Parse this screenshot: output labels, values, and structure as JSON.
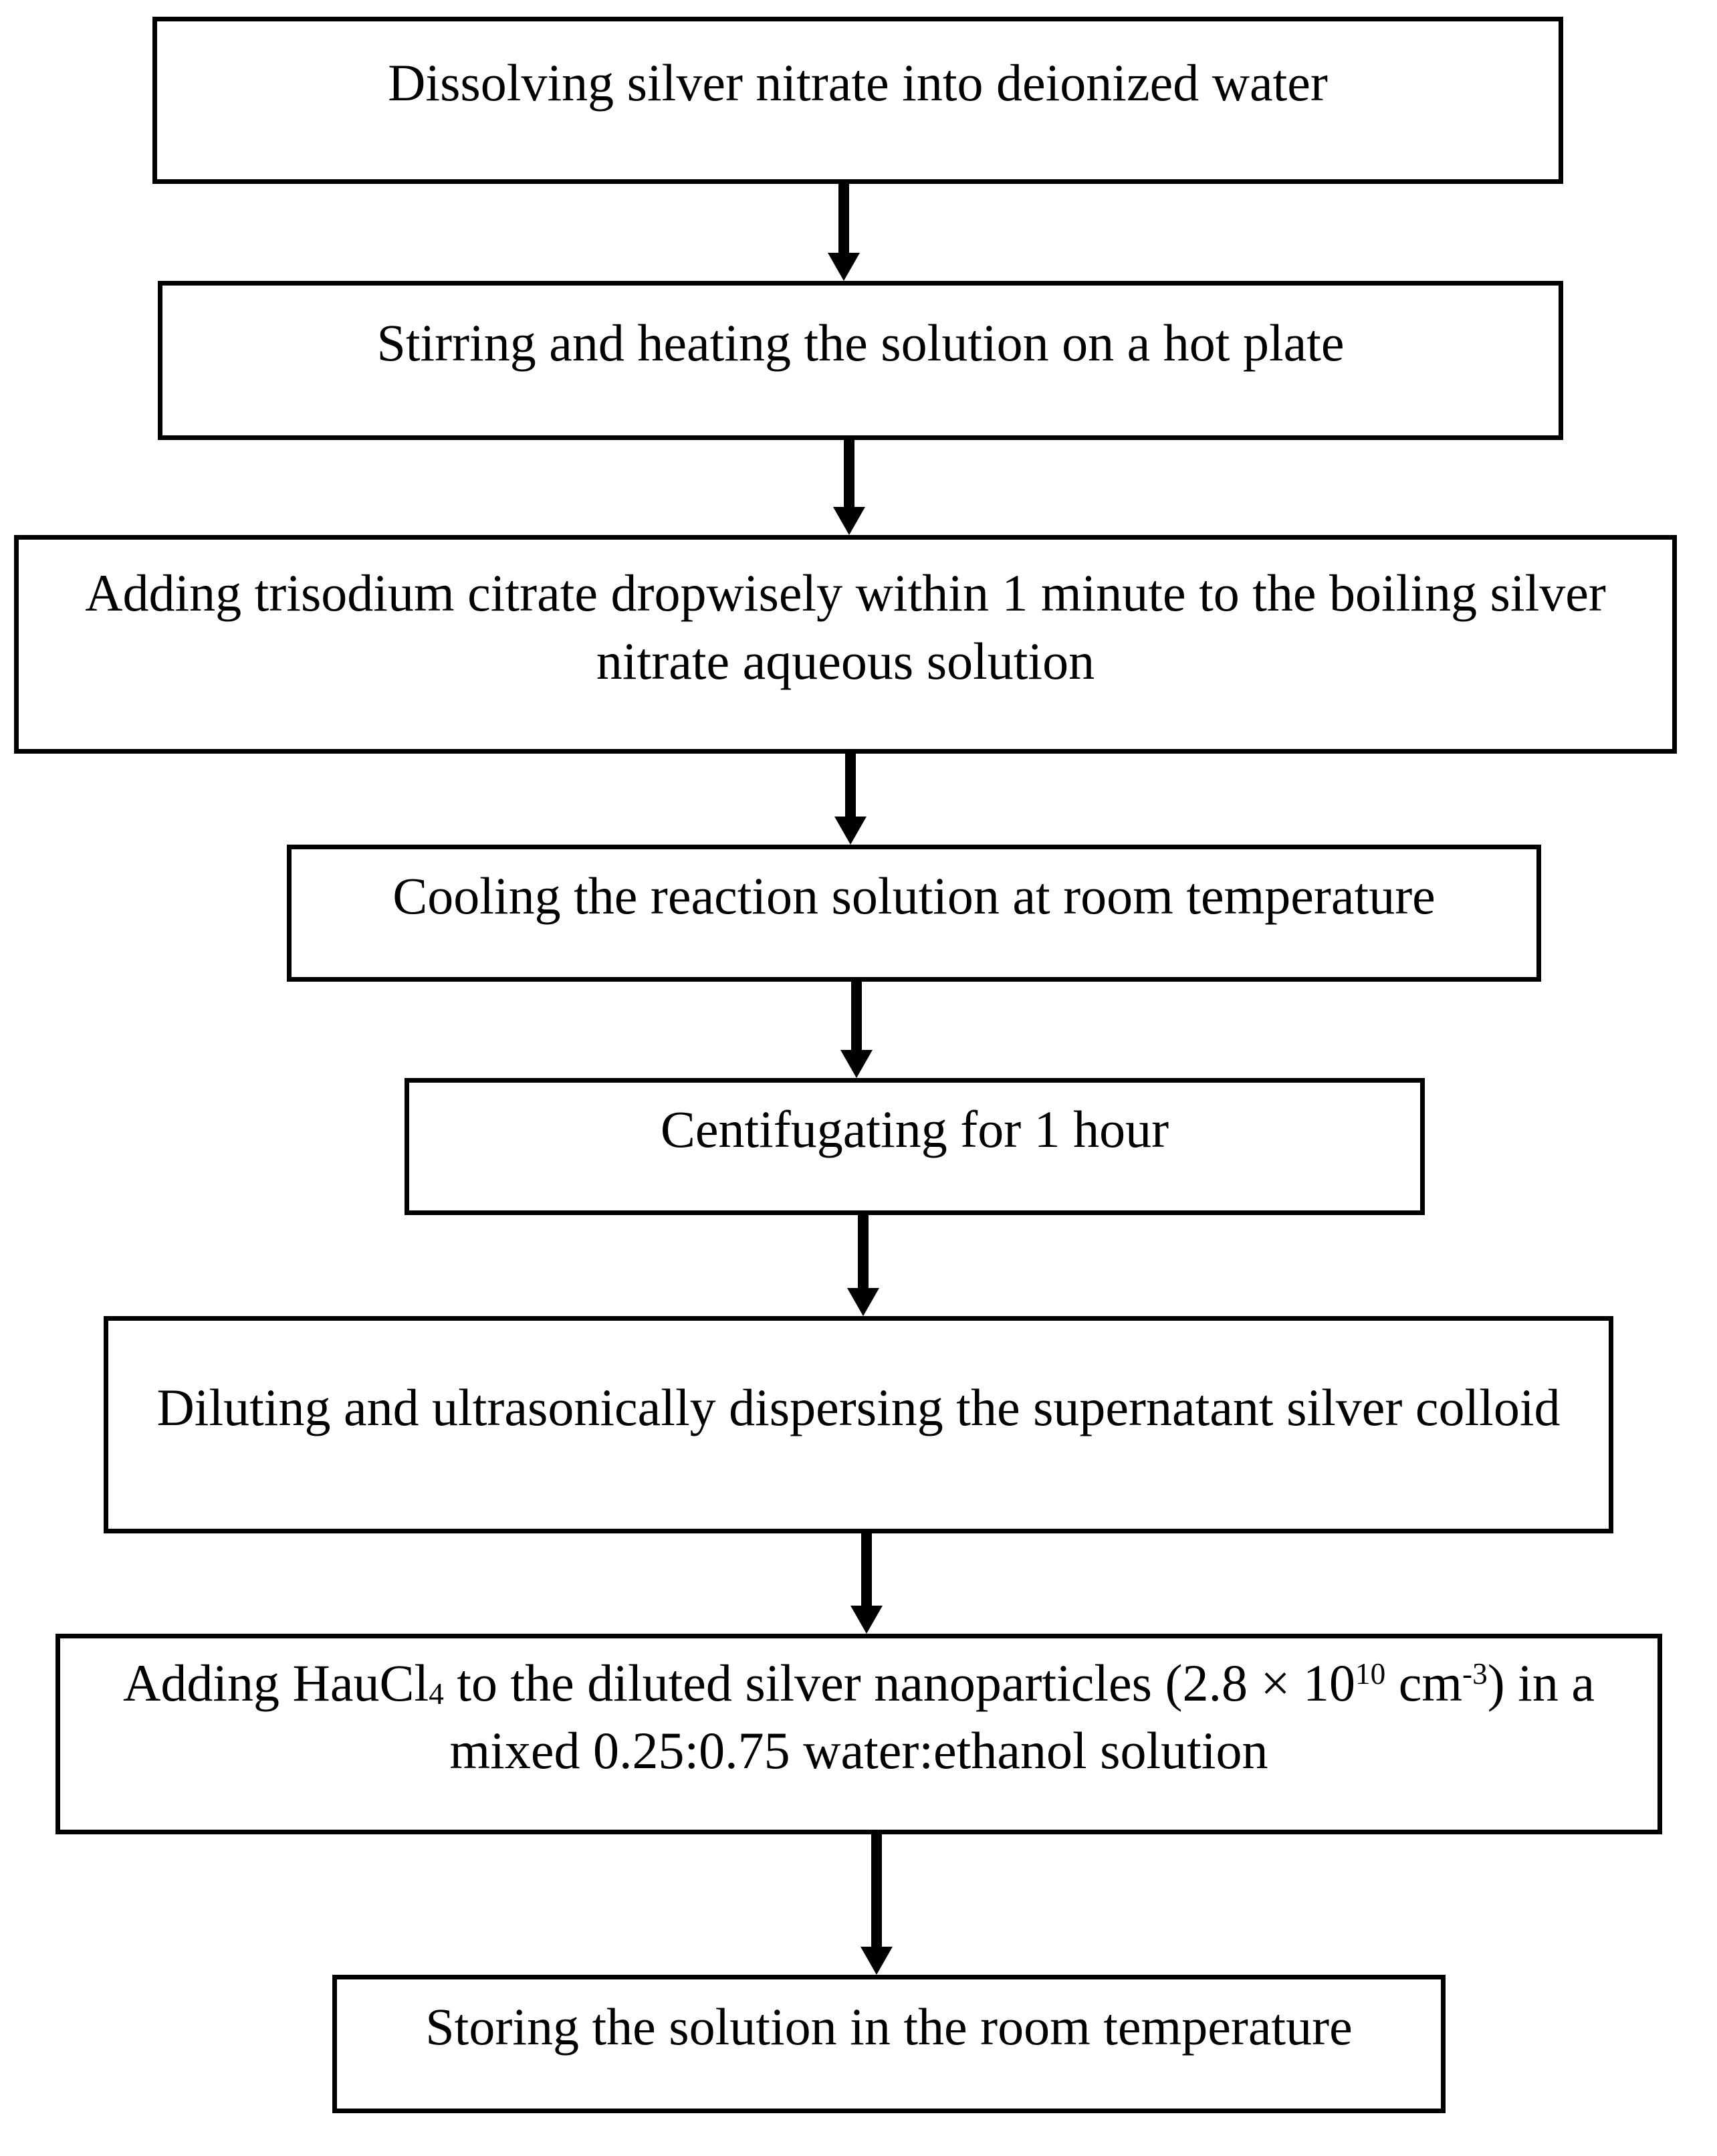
{
  "flowchart": {
    "type": "flowchart",
    "direction": "top-to-bottom",
    "connector": "filled-down-arrow",
    "colors": {
      "box_border": "#000000",
      "box_fill": "#ffffff",
      "text": "#000000",
      "arrow": "#000000",
      "background": "#ffffff"
    },
    "steps": [
      {
        "label": "Dissolving silver nitrate into deionized water"
      },
      {
        "label": "Stirring and heating the solution on a hot plate"
      },
      {
        "label": "Adding trisodium citrate dropwisely within 1 minute to the boiling silver nitrate aqueous solution"
      },
      {
        "label": "Cooling the reaction solution at room temperature"
      },
      {
        "label": "Centifugating for 1 hour"
      },
      {
        "label": "Diluting and ultrasonically dispersing the supernatant silver colloid"
      },
      {
        "label": "Adding HauCl₄ to the diluted silver nanoparticles (2.8 × 10¹⁰ cm⁻³) in a mixed 0.25:0.75 water:ethanol solution",
        "rich": {
          "segments": [
            {
              "text": "Adding HauCl",
              "style": "normal"
            },
            {
              "text": "4",
              "style": "sub"
            },
            {
              "text": " to the diluted silver nanoparticles (2.8 × 10",
              "style": "normal"
            },
            {
              "text": "10",
              "style": "sup"
            },
            {
              "text": " cm",
              "style": "normal"
            },
            {
              "text": "-3",
              "style": "sup"
            },
            {
              "text": ") in a mixed 0.25:0.75 water:ethanol solution",
              "style": "normal"
            }
          ]
        }
      },
      {
        "label": "Storing the solution in the room temperature"
      }
    ]
  }
}
